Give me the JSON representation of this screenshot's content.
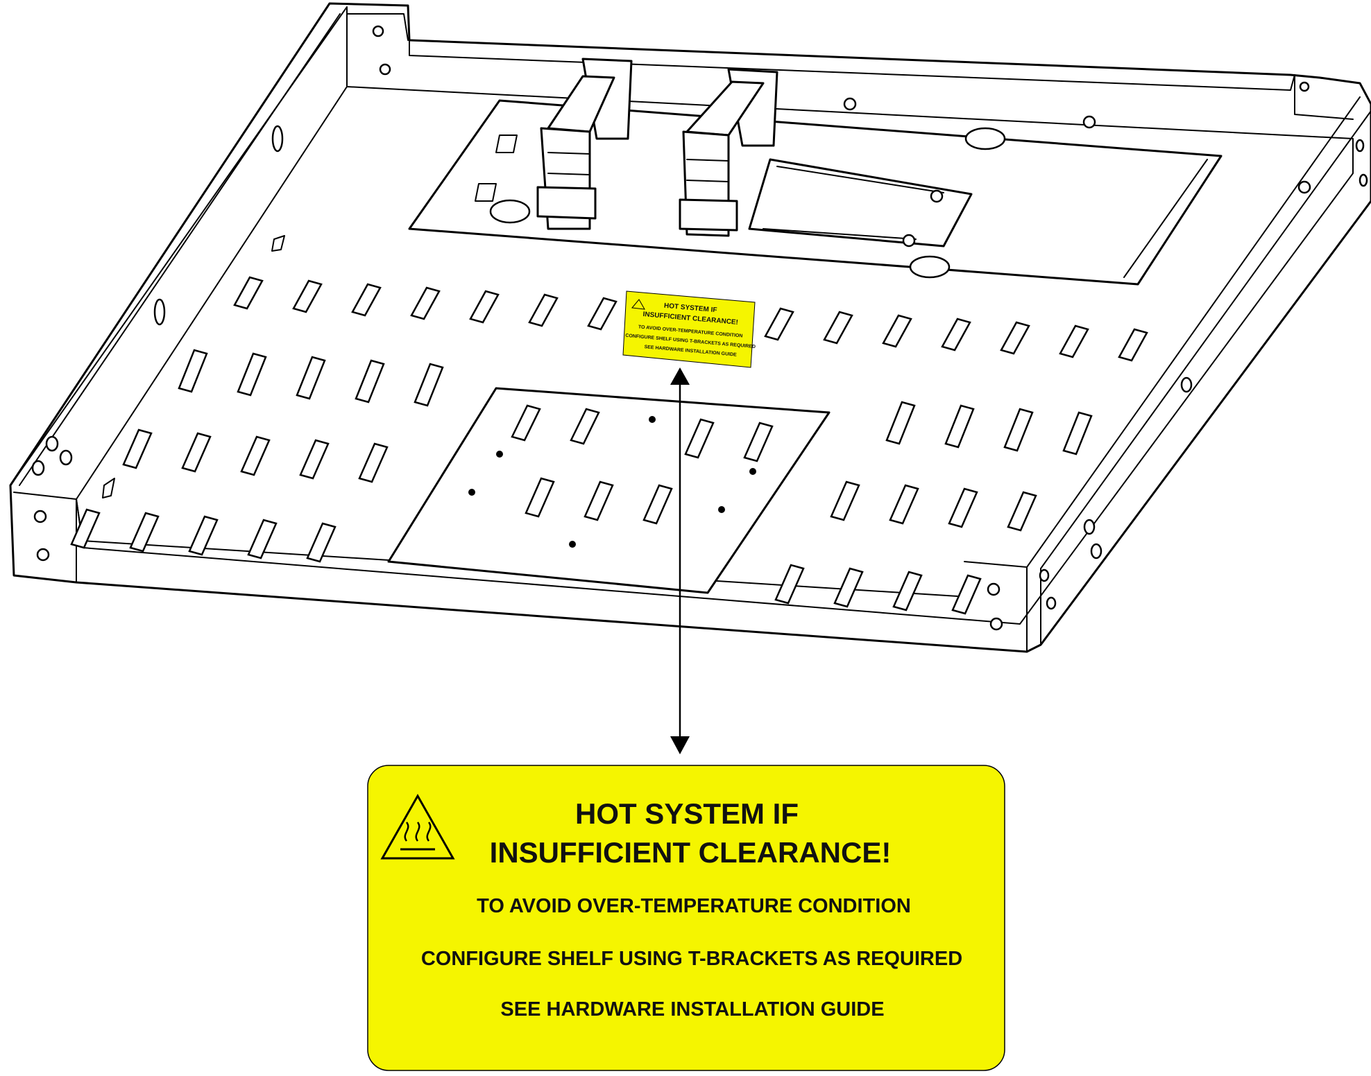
{
  "label": {
    "line1": "HOT SYSTEM IF",
    "line2": "INSUFFICIENT CLEARANCE!",
    "line3": "TO AVOID OVER-TEMPERATURE CONDITION",
    "line4": "CONFIGURE SHELF USING T-BRACKETS AS REQUIRED",
    "line5": "SEE HARDWARE INSTALLATION GUIDE",
    "icon": "hot-surface-warning-icon",
    "background_color": "#f5f500"
  },
  "colors": {
    "line": "#000000",
    "paper": "#ffffff"
  }
}
